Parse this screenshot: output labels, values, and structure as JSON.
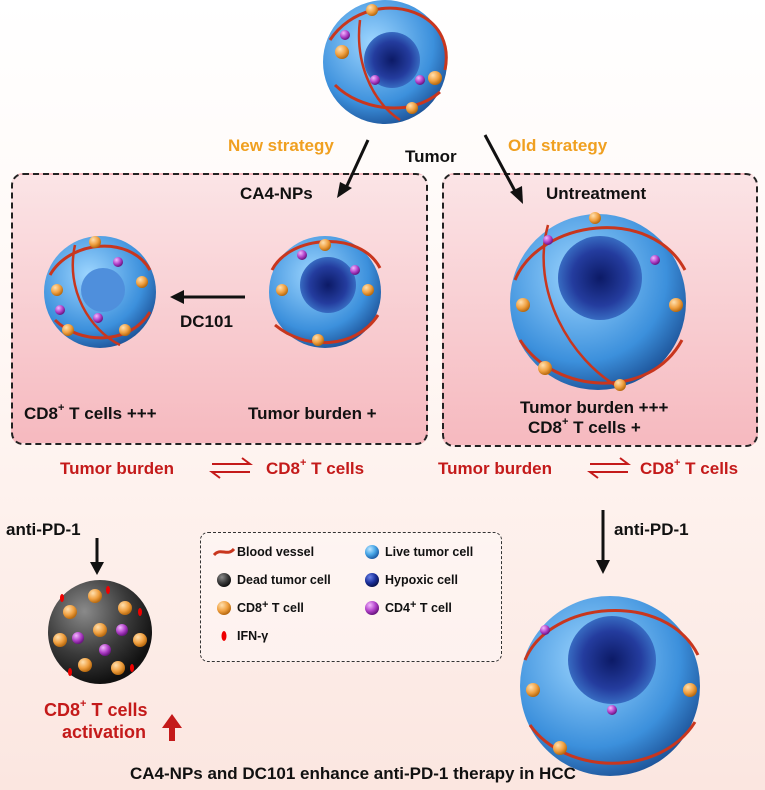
{
  "labels": {
    "tumor": "Tumor",
    "new_strategy": "New strategy",
    "old_strategy": "Old strategy",
    "ca4_nps": "CA4-NPs",
    "untreatment": "Untreatment",
    "dc101": "DC101",
    "left_cd8": "CD8",
    "left_cd8_rest": " T cells +++",
    "left_burden": "Tumor burden +",
    "right_burden": "Tumor burden +++",
    "right_cd8": "CD8",
    "right_cd8_rest": " T cells +",
    "eq_left_a": "Tumor burden",
    "eq_left_b": "CD8",
    "eq_left_b_rest": " T cells",
    "eq_right_a": "Tumor burden",
    "eq_right_b": "CD8",
    "eq_right_b_rest": " T cells",
    "anti_pd1_left": "anti-PD-1",
    "anti_pd1_right": "anti-PD-1",
    "activation_line1": "CD8",
    "activation_line1_rest": " T cells",
    "activation_line2": "activation",
    "caption": "CA4-NPs and DC101 enhance anti-PD-1 therapy in HCC",
    "plus_sup": "+"
  },
  "legend": {
    "blood_vessel": "Blood vessel",
    "live_tumor_cell": "Live tumor cell",
    "dead_tumor_cell": "Dead tumor cell",
    "hypoxic_cell": "Hypoxic cell",
    "cd8_t_cell": "CD8",
    "cd8_t_cell_rest": " T cell",
    "cd4_t_cell": "CD4",
    "cd4_t_cell_rest": " T cell",
    "ifn": "IFN-γ"
  },
  "colors": {
    "live_cell": "#4aa8e8",
    "hypoxic_cell": "#1a2f9a",
    "dead_cell": "#3a3a3a",
    "cd8_cell": "#f0a040",
    "cd4_cell": "#b040c8",
    "vessel": "#c8361e",
    "accent_red": "#c41a1a",
    "accent_orange": "#f0a020"
  }
}
